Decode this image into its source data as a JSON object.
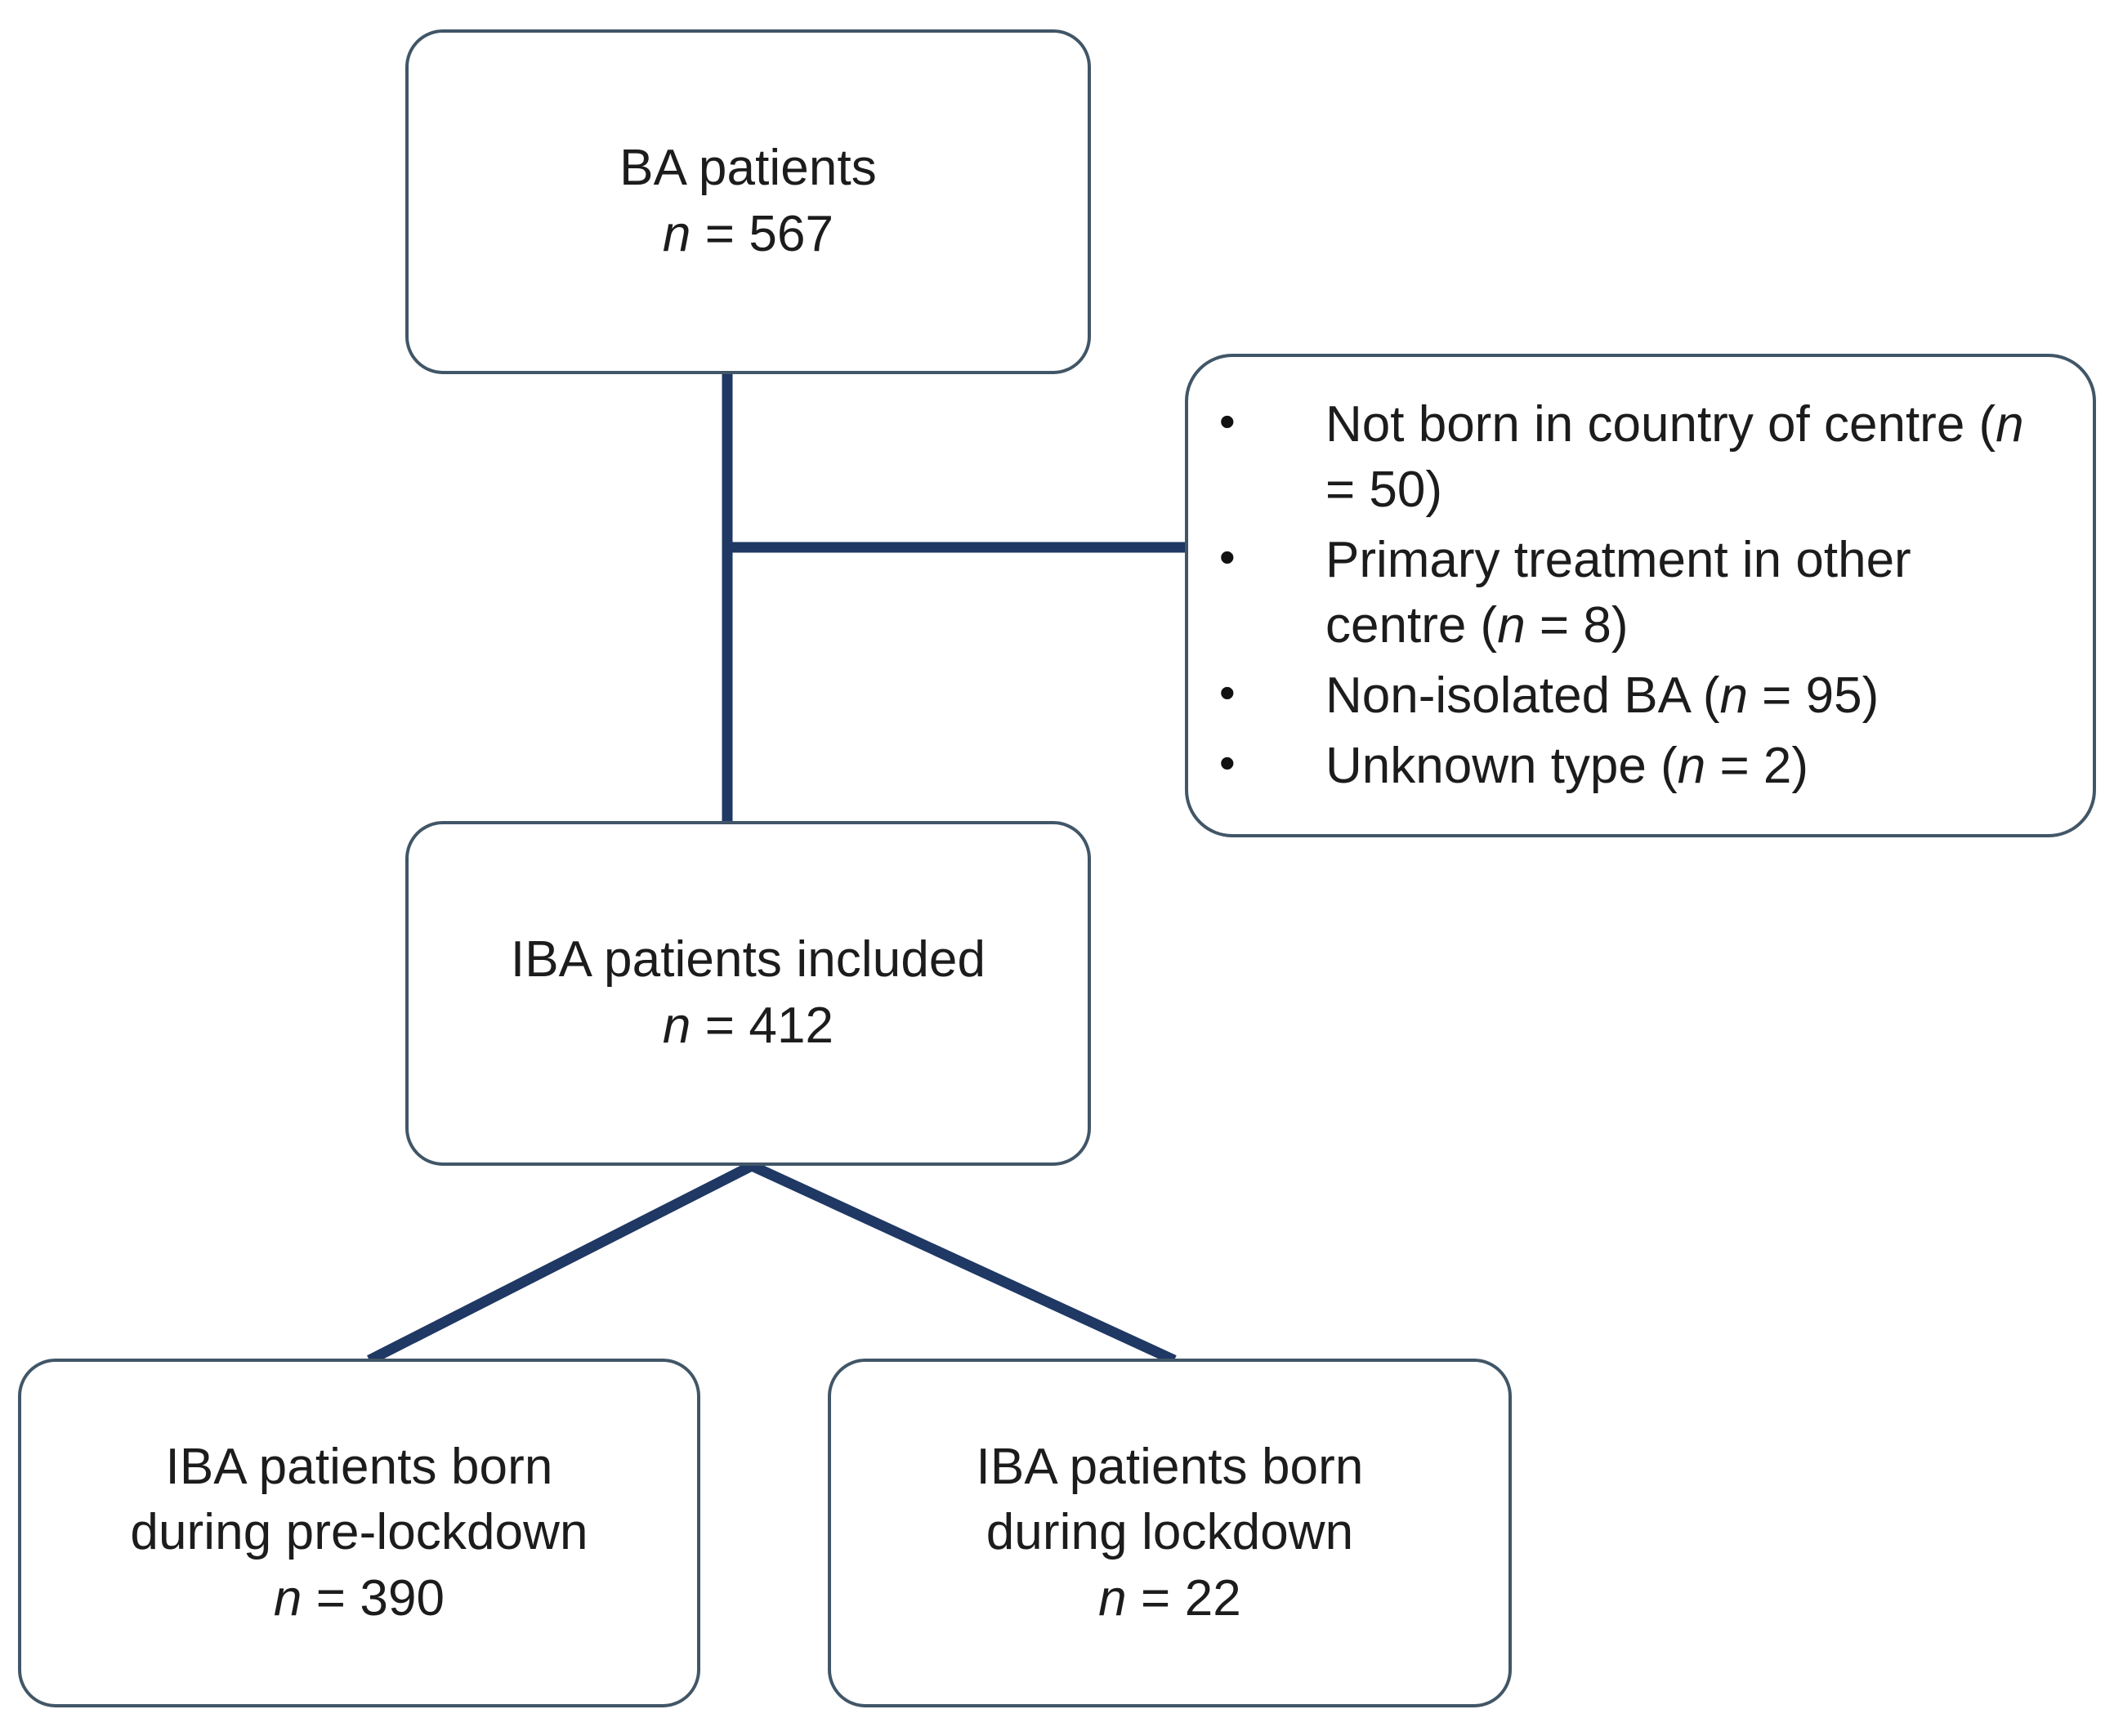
{
  "diagram": {
    "type": "patient-flow-flowchart",
    "colors": {
      "box_border": "#415667",
      "connector_line": "#1F3864",
      "box_fill": "#FFFFFF",
      "text": "#1C1C1C"
    },
    "nodes": {
      "ba_patients": {
        "line1": "BA patients",
        "n_symbol": "n",
        "line2_rest": " = 567",
        "count": 567
      },
      "iba_included": {
        "line1": "IBA patients included",
        "n_symbol": "n",
        "line2_rest": " = 412",
        "count": 412
      },
      "pre_lockdown": {
        "line1": "IBA patients born",
        "line2": "during pre-lockdown",
        "n_symbol": "n",
        "line3_rest": " = 390",
        "count": 390
      },
      "lockdown": {
        "line1": "IBA patients born",
        "line2": "during lockdown",
        "n_symbol": "n",
        "line3_rest": " = 22",
        "count": 22
      }
    },
    "exclusions": {
      "bullet_glyph": "•",
      "items": [
        {
          "prefix": "Not born in country of centre (",
          "n_symbol": "n",
          "suffix": " = 50)",
          "count": 50
        },
        {
          "prefix": "Primary treatment in other centre (",
          "n_symbol": "n",
          "suffix": " = 8)",
          "count": 8
        },
        {
          "prefix": "Non-isolated BA (",
          "n_symbol": "n",
          "suffix": " = 95)",
          "count": 95
        },
        {
          "prefix": "Unknown type (",
          "n_symbol": "n",
          "suffix": " = 2)",
          "count": 2
        }
      ]
    }
  }
}
